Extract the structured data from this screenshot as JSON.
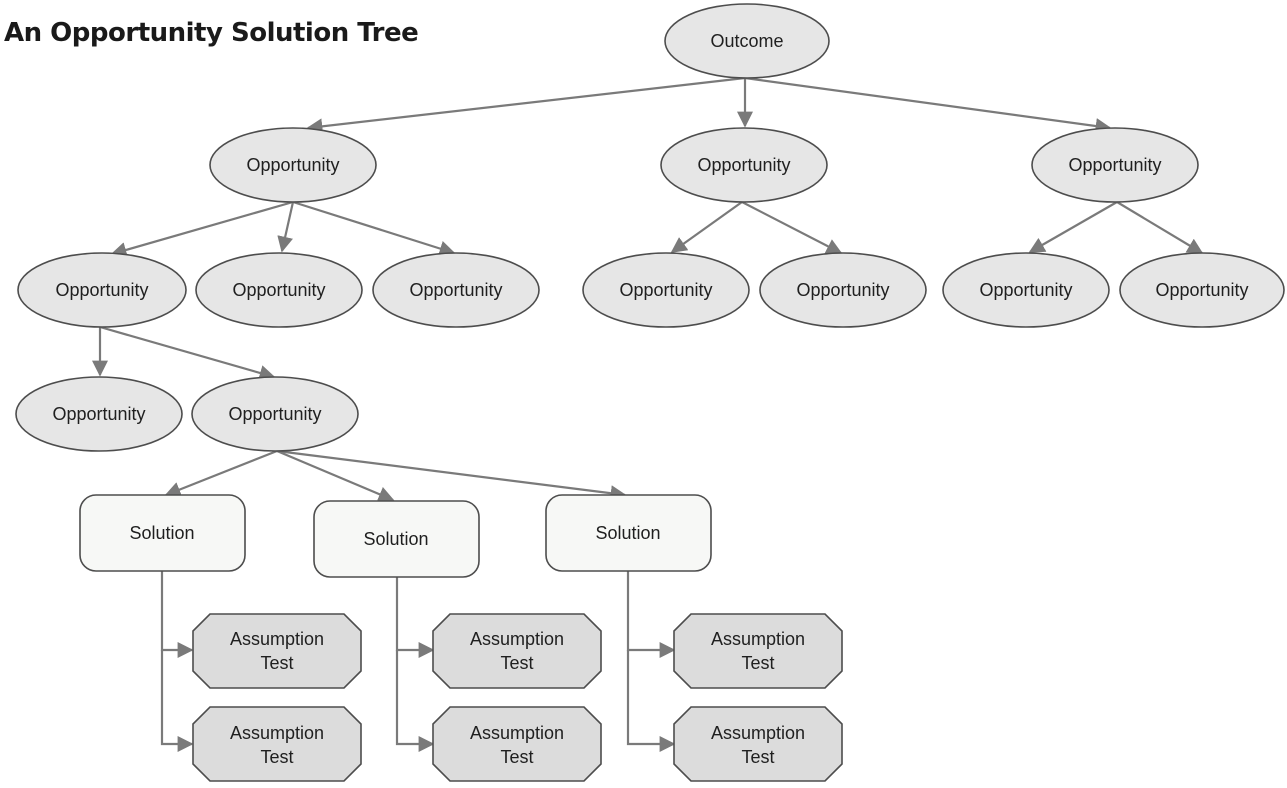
{
  "title": "An Opportunity Solution Tree",
  "colors": {
    "node_fill": "#e6e6e6",
    "solution_fill": "#f7f8f6",
    "test_fill": "#dcdcdc",
    "stroke": "#4d4d4d",
    "edge": "#7a7a7a"
  },
  "nodes": {
    "outcome": "Outcome",
    "opp_a": "Opportunity",
    "opp_b": "Opportunity",
    "opp_c": "Opportunity",
    "opp_a1": "Opportunity",
    "opp_a2": "Opportunity",
    "opp_a3": "Opportunity",
    "opp_b1": "Opportunity",
    "opp_b2": "Opportunity",
    "opp_c1": "Opportunity",
    "opp_c2": "Opportunity",
    "opp_a1a": "Opportunity",
    "opp_a1b": "Opportunity",
    "solution_1": "Solution",
    "solution_2": "Solution",
    "solution_3": "Solution",
    "test_1a": [
      "Assumption",
      "Test"
    ],
    "test_1b": [
      "Assumption",
      "Test"
    ],
    "test_2a": [
      "Assumption",
      "Test"
    ],
    "test_2b": [
      "Assumption",
      "Test"
    ],
    "test_3a": [
      "Assumption",
      "Test"
    ],
    "test_3b": [
      "Assumption",
      "Test"
    ]
  }
}
